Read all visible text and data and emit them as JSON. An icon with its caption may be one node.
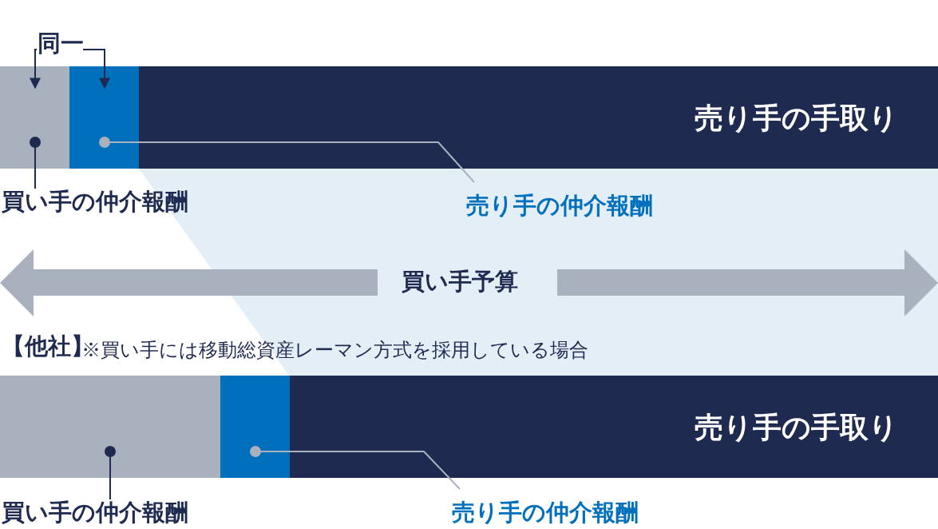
{
  "diagram": {
    "nodes": [
      {
        "text": [],
        "shape": "bar"
      },
      {
        "text": [],
        "shape": "bar"
      },
      {
        "text": [
          "売り手の手取り"
        ]
      },
      {
        "text": [
          "買い手の仲介報酬"
        ]
      },
      {
        "text": [
          "売り手の仲介報酬"
        ]
      },
      {
        "text": [
          "同一"
        ]
      },
      {
        "text": [],
        "shape": "bar"
      },
      {
        "text": [],
        "shape": "bar"
      },
      {
        "text": [
          "売り手の手取り"
        ]
      },
      {
        "text": [
          "買い手の仲介報酬"
        ]
      },
      {
        "text": [
          "売り手の仲介報酬"
        ]
      }
    ],
    "edges": [
      {
        "from": 5,
        "to": 0,
        "arrow": "to"
      },
      {
        "from": 5,
        "to": 1,
        "arrow": "to"
      },
      {
        "from": 3,
        "to": 0,
        "arrow": "other"
      },
      {
        "from": 4,
        "to": 1,
        "arrow": "other",
        "color": "#a9b1be"
      },
      {
        "from": 9,
        "to": 6,
        "arrow": "other"
      },
      {
        "from": 10,
        "to": 7,
        "arrow": "other",
        "color": "#a9b1be"
      }
    ],
    "labels": [
      "買い手予算",
      "【他社】",
      "※買い手には移動総資産レーマン方式を採用している場合"
    ]
  }
}
